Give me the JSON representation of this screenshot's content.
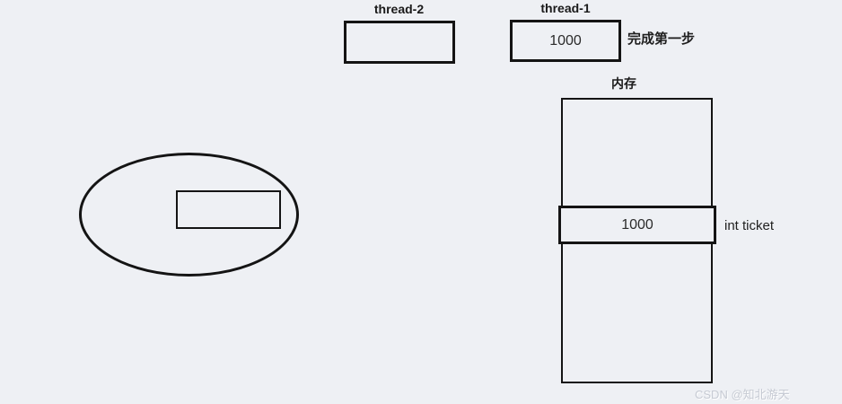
{
  "canvas": {
    "background_color": "#eef0f4",
    "line_color": "#141414"
  },
  "thread2": {
    "label": "thread-2",
    "value": ""
  },
  "thread1": {
    "label": "thread-1",
    "value": "1000",
    "annotation": "完成第一步"
  },
  "memory": {
    "label": "内存",
    "cell": {
      "value": "1000",
      "annotation": "int ticket"
    }
  },
  "ellipse_region": {
    "note": ""
  },
  "watermark": {
    "text": "CSDN @知北游天"
  }
}
